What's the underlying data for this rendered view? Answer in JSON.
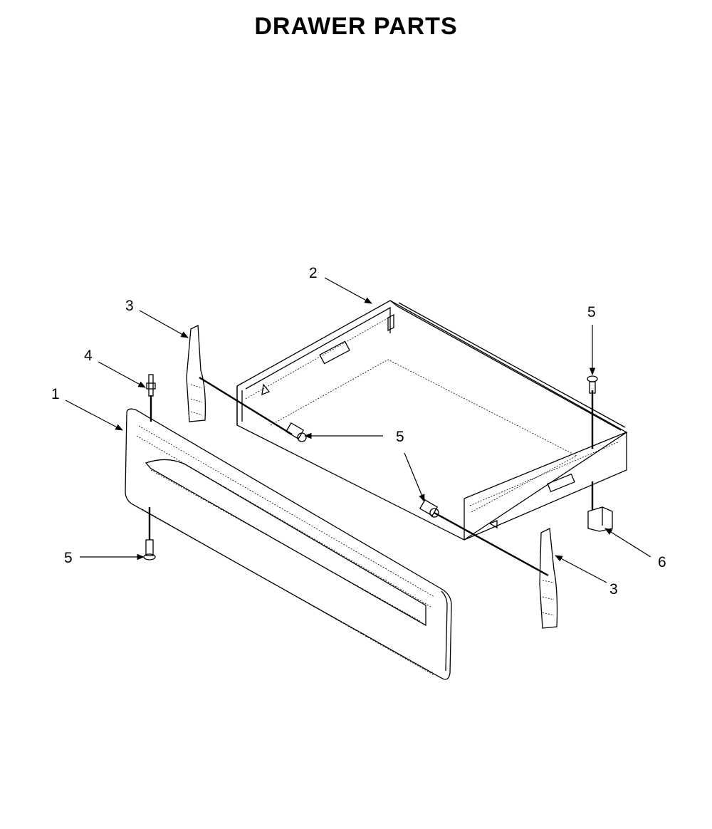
{
  "title": "DRAWER PARTS",
  "callouts": {
    "c1": "1",
    "c2": "2",
    "c3a": "3",
    "c3b": "3",
    "c4": "4",
    "c5a": "5",
    "c5b": "5",
    "c5c": "5",
    "c5d": "5",
    "c6": "6"
  }
}
